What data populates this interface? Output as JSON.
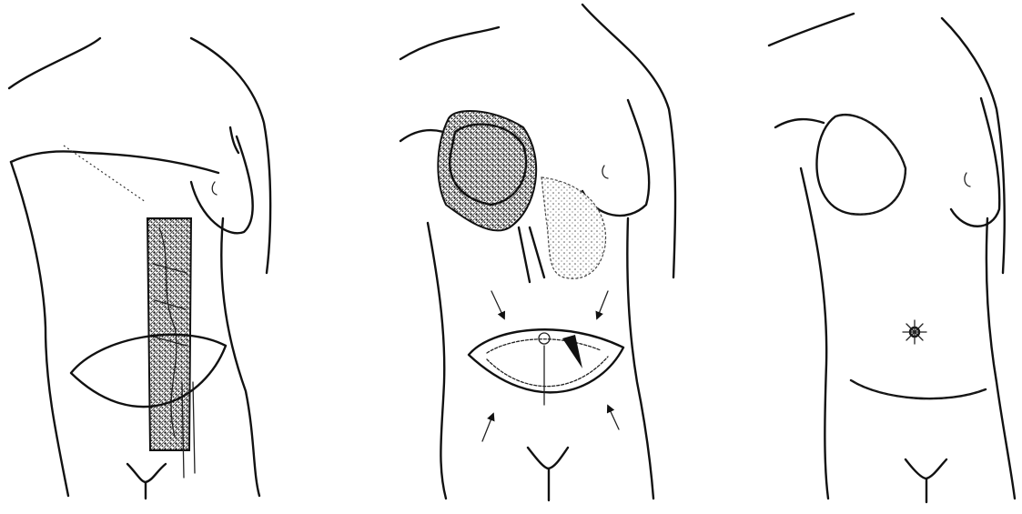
{
  "figure": {
    "panels": [
      {
        "id": "panel-1",
        "stage": "flap-harvest-marking"
      },
      {
        "id": "panel-2",
        "stage": "flap-transposition-closure"
      },
      {
        "id": "panel-3",
        "stage": "final-result-sutured"
      }
    ],
    "colors": {
      "ink": "#111111",
      "background": "#ffffff"
    }
  }
}
